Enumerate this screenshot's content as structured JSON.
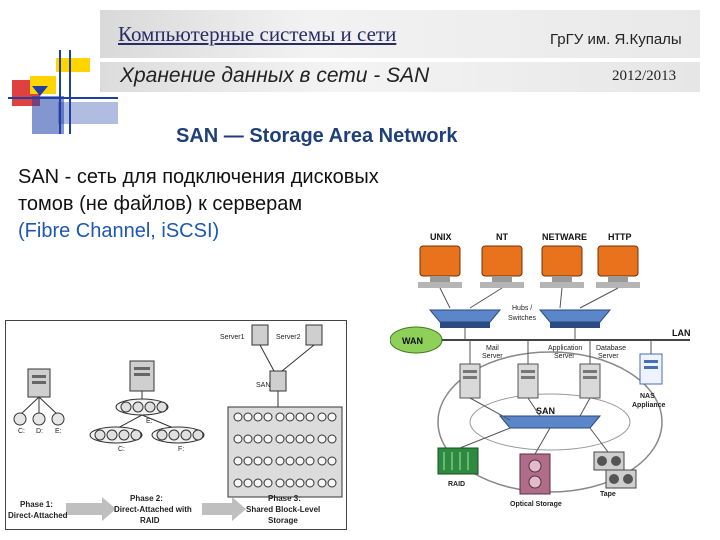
{
  "header": {
    "title": "Компьютерные системы и сети",
    "university": "ГрГУ им. Я.Купалы",
    "subtitle": "Хранение данных в сети - SAN",
    "year": "2012/2013"
  },
  "slide": {
    "heading": "SAN — Storage Area Network",
    "text_line1": "SAN - сеть для подключения дисковых",
    "text_line2": "томов (не файлов) к серверам",
    "text_line3": "(Fibre Channel, iSCSI)"
  },
  "left_diagram": {
    "server1": "Server1",
    "server2": "Server2",
    "san": "SAN",
    "phase1": "Phase 1:",
    "phase1_desc": "Direct-Attached",
    "phase2": "Phase 2:",
    "phase2_desc1": "Direct-Attached with",
    "phase2_desc2": "RAID",
    "phase3": "Phase 3:",
    "phase3_desc1": "Shared Block-Level",
    "phase3_desc2": "Storage"
  },
  "right_diagram": {
    "unix": "UNIX",
    "nt": "NT",
    "netware": "NETWARE",
    "http": "HTTP",
    "hubs": "Hubs /",
    "switches": "Switches",
    "wan": "WAN",
    "lan": "LAN",
    "mail1": "Mail",
    "mail2": "Server",
    "app1": "Application",
    "app2": "Server",
    "db1": "Database",
    "db2": "Server",
    "san": "SAN",
    "nas1": "NAS",
    "nas2": "Appliance",
    "raid": "RAID",
    "optical": "Optical Storage",
    "tape": "Tape"
  },
  "colors": {
    "title": "#2b2b66",
    "heading": "#1f3f7a",
    "accent_text": "#1e56b4",
    "monitor": "#e8731c",
    "logo_blue": "#1f3fa8",
    "logo_yellow": "#ffd400",
    "logo_red": "#d92020"
  }
}
